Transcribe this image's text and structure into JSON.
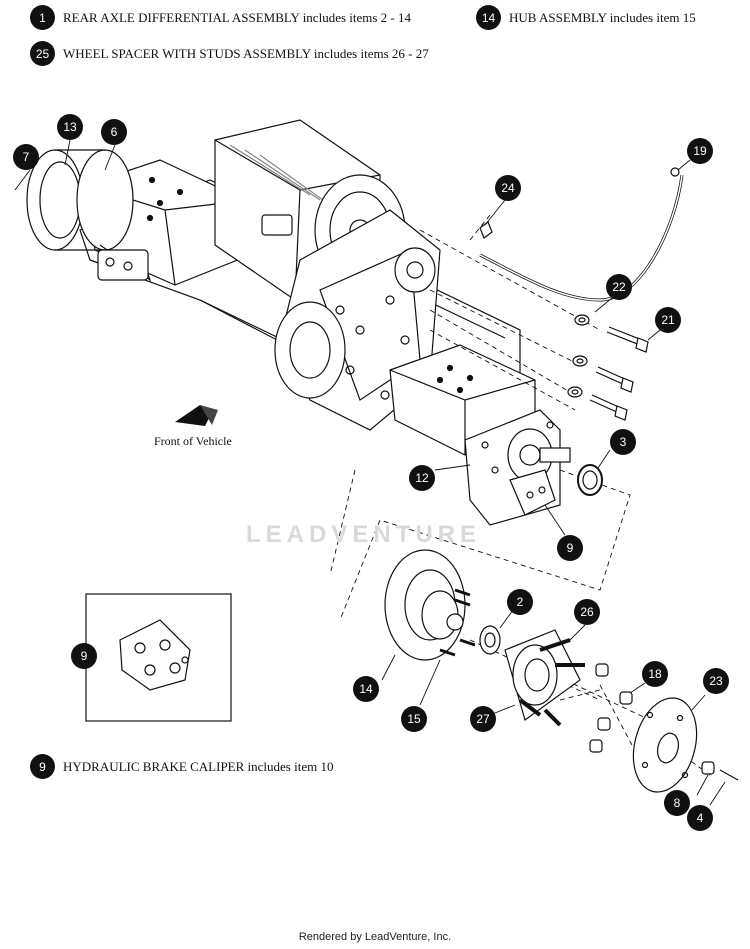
{
  "legend": [
    {
      "num": "1",
      "text": "REAR AXLE DIFFERENTIAL ASSEMBLY includes items 2 - 14"
    },
    {
      "num": "14",
      "text": "HUB ASSEMBLY includes item 15"
    },
    {
      "num": "25",
      "text": "WHEEL SPACER WITH STUDS ASSEMBLY includes items 26 - 27"
    }
  ],
  "caliper_note": {
    "num": "9",
    "text": "HYDRAULIC BRAKE CALIPER includes item 10"
  },
  "front_label": "Front of Vehicle",
  "watermark": "LEADVENTURE",
  "footer": "Rendered by LeadVenture, Inc.",
  "callouts": [
    {
      "num": "13",
      "color": "#111111"
    },
    {
      "num": "6",
      "color": "#111111"
    },
    {
      "num": "7",
      "color": "#111111"
    },
    {
      "num": "24",
      "color": "#111111"
    },
    {
      "num": "19",
      "color": "#111111"
    },
    {
      "num": "22",
      "color": "#111111"
    },
    {
      "num": "21",
      "color": "#111111"
    },
    {
      "num": "3",
      "color": "#111111"
    },
    {
      "num": "12",
      "color": "#111111"
    },
    {
      "num": "9",
      "color": "#111111"
    },
    {
      "num": "2",
      "color": "#111111"
    },
    {
      "num": "26",
      "color": "#111111"
    },
    {
      "num": "18",
      "color": "#111111"
    },
    {
      "num": "23",
      "color": "#111111"
    },
    {
      "num": "14",
      "color": "#111111"
    },
    {
      "num": "15",
      "color": "#111111"
    },
    {
      "num": "27",
      "color": "#111111"
    },
    {
      "num": "8",
      "color": "#111111"
    },
    {
      "num": "4",
      "color": "#111111"
    },
    {
      "num": "9",
      "color": "#111111"
    }
  ]
}
